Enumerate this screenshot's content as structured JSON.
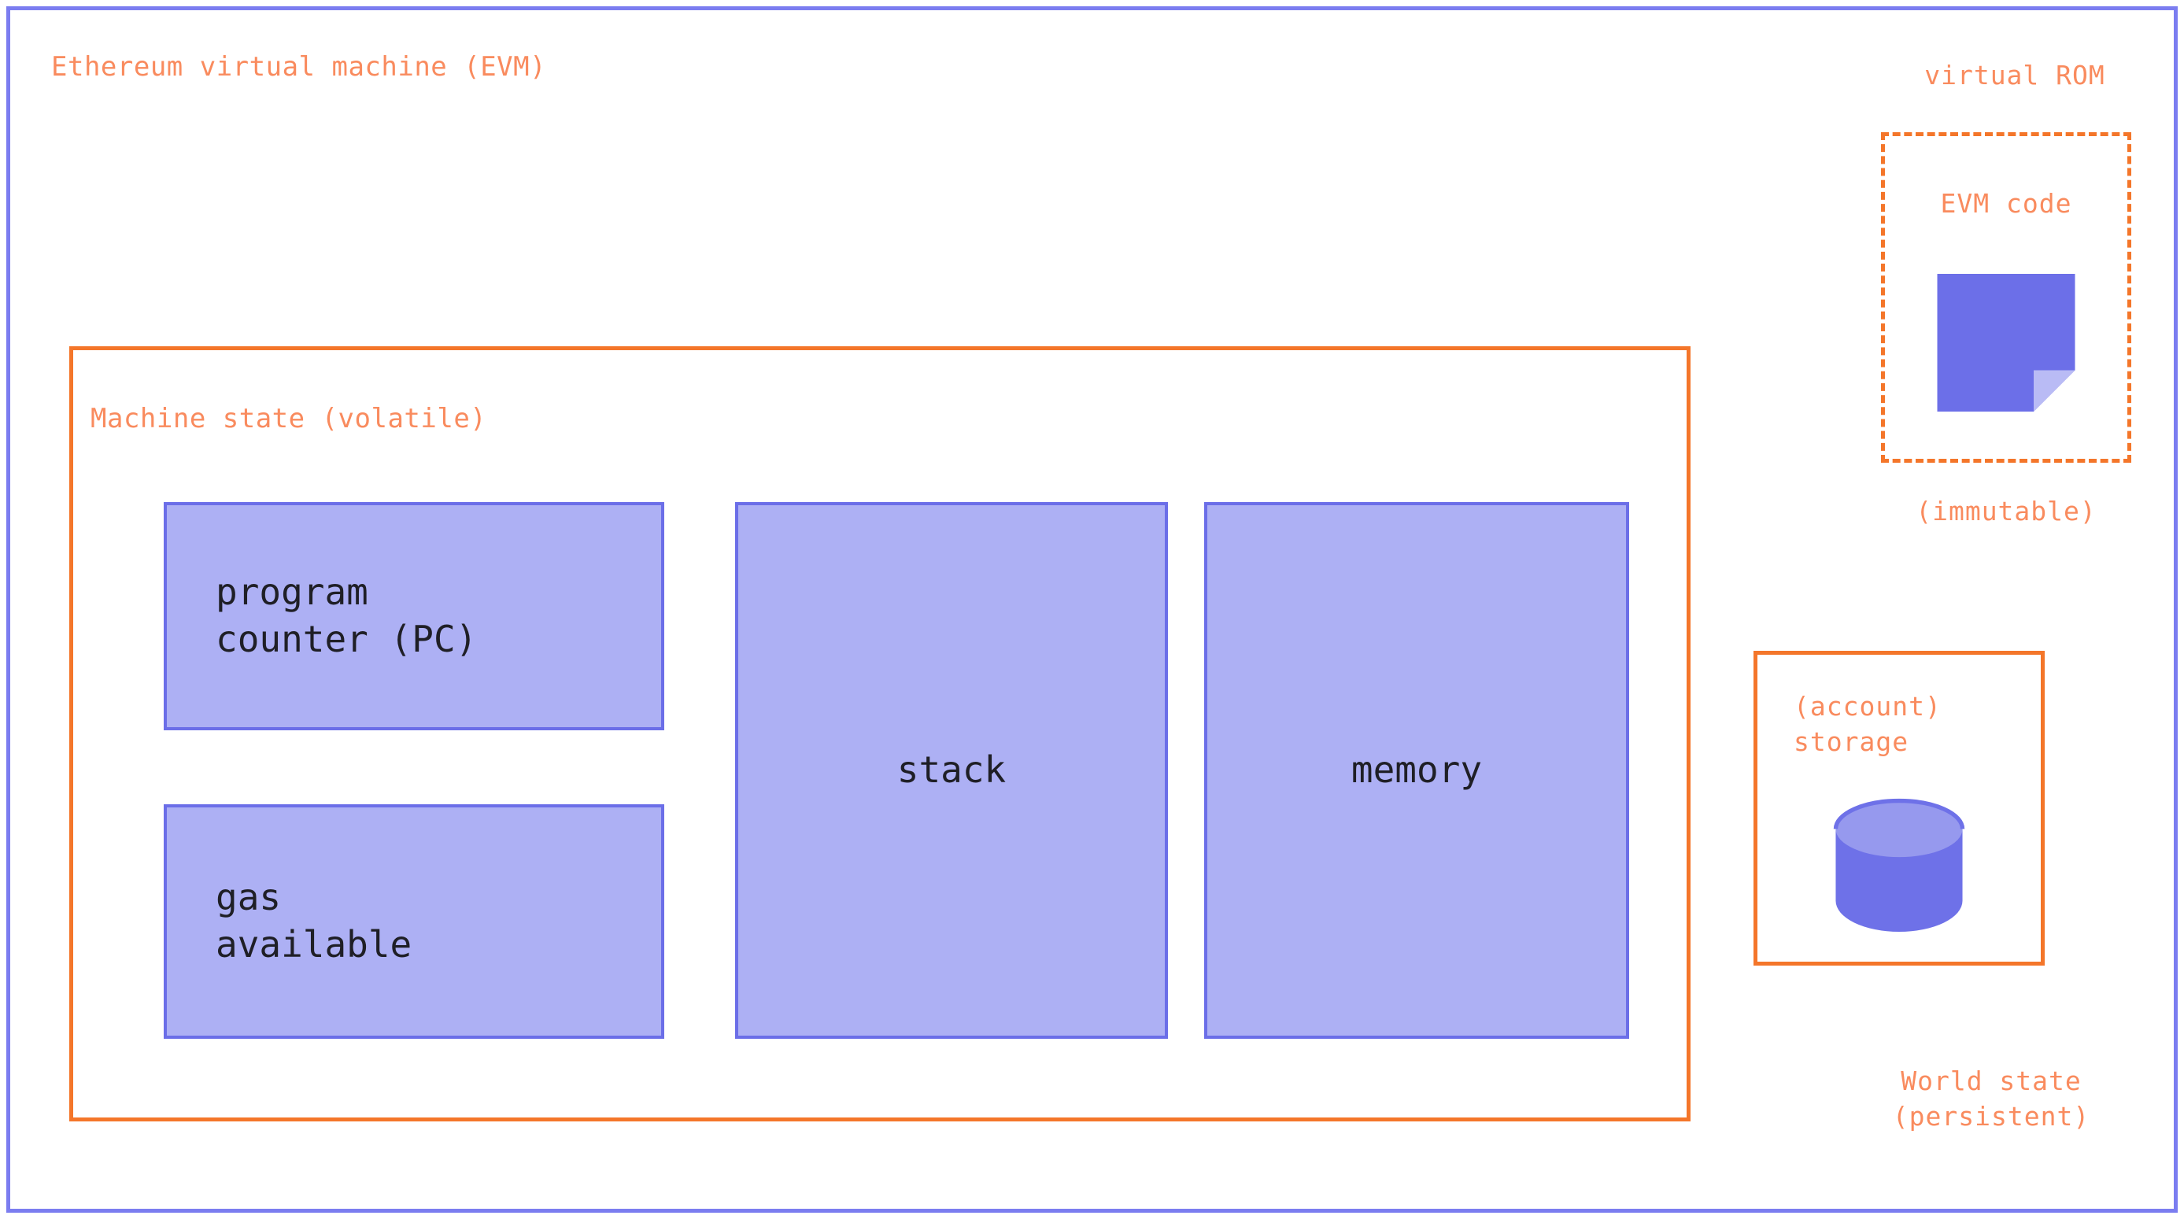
{
  "diagram": {
    "title": "Ethereum virtual machine (EVM)",
    "colors": {
      "frame_border": "#7b7df0",
      "accent_orange": "#f4762a",
      "label_orange": "#f98b5e",
      "box_fill": "#adb0f4",
      "box_border": "#6b6ee8",
      "icon_purple": "#6c6fe8",
      "icon_purple_light": "#9699ee",
      "text_dark": "#1f1f26",
      "background": "#ffffff"
    }
  },
  "machine_state": {
    "title": "Machine state (volatile)",
    "boxes": [
      {
        "id": "program-counter",
        "label": "program\ncounter (PC)",
        "align": "left"
      },
      {
        "id": "gas-available",
        "label": "gas\navailable",
        "align": "left"
      },
      {
        "id": "stack",
        "label": "stack",
        "align": "center"
      },
      {
        "id": "memory",
        "label": "memory",
        "align": "center"
      }
    ]
  },
  "virtual_rom": {
    "heading": "virtual ROM",
    "box_label": "EVM code",
    "icon": "document-page-icon",
    "footnote": "(immutable)"
  },
  "account_storage": {
    "label": "(account)\nstorage",
    "icon": "database-cylinder-icon"
  },
  "world_state": {
    "caption": "World state\n(persistent)"
  }
}
